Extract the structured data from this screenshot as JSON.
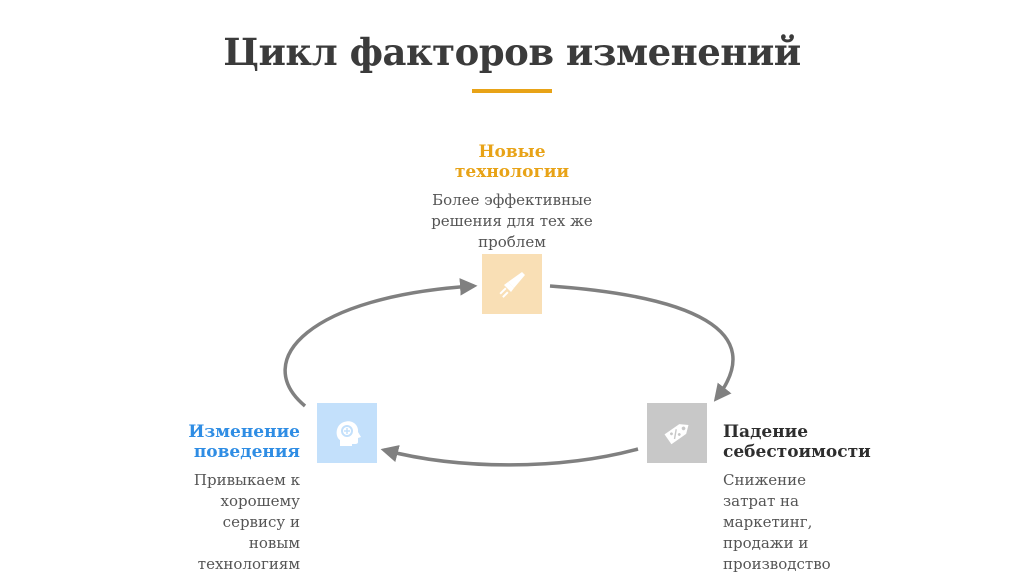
{
  "title": "Цикл факторов изменений",
  "colors": {
    "accent": "#e8a317",
    "blue": "#2f8de4",
    "dark": "#2e2e2e",
    "arrow": "#808080"
  },
  "nodes": {
    "top": {
      "heading": [
        "Новые",
        "технологии"
      ],
      "desc": [
        "Более эффективные",
        "решения для тех же",
        "проблем"
      ],
      "icon": "rocket-icon"
    },
    "left": {
      "heading": [
        "Изменение",
        "поведения"
      ],
      "desc": [
        "Привыкаем к",
        "хорошему",
        "сервису и",
        "новым",
        "технологиям"
      ],
      "icon": "head-brain-icon"
    },
    "right": {
      "heading": [
        "Падение",
        "себестоимости"
      ],
      "desc": [
        "Снижение",
        "затрат на",
        "маркетинг,",
        "продажи и",
        "производство"
      ],
      "icon": "price-tag-icon"
    }
  }
}
